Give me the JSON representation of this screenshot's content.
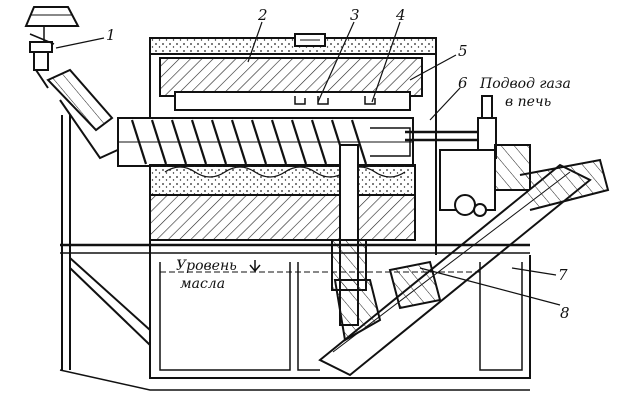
{
  "callouts": {
    "c1": "1",
    "c2": "2",
    "c3": "3",
    "c4": "4",
    "c5": "5",
    "c6": "6",
    "c7": "7",
    "c8": "8"
  },
  "labels": {
    "gas_line1": "Подвод газа",
    "gas_line2": "в печь",
    "oil_line1": "Уровень",
    "oil_line2": "масла"
  }
}
